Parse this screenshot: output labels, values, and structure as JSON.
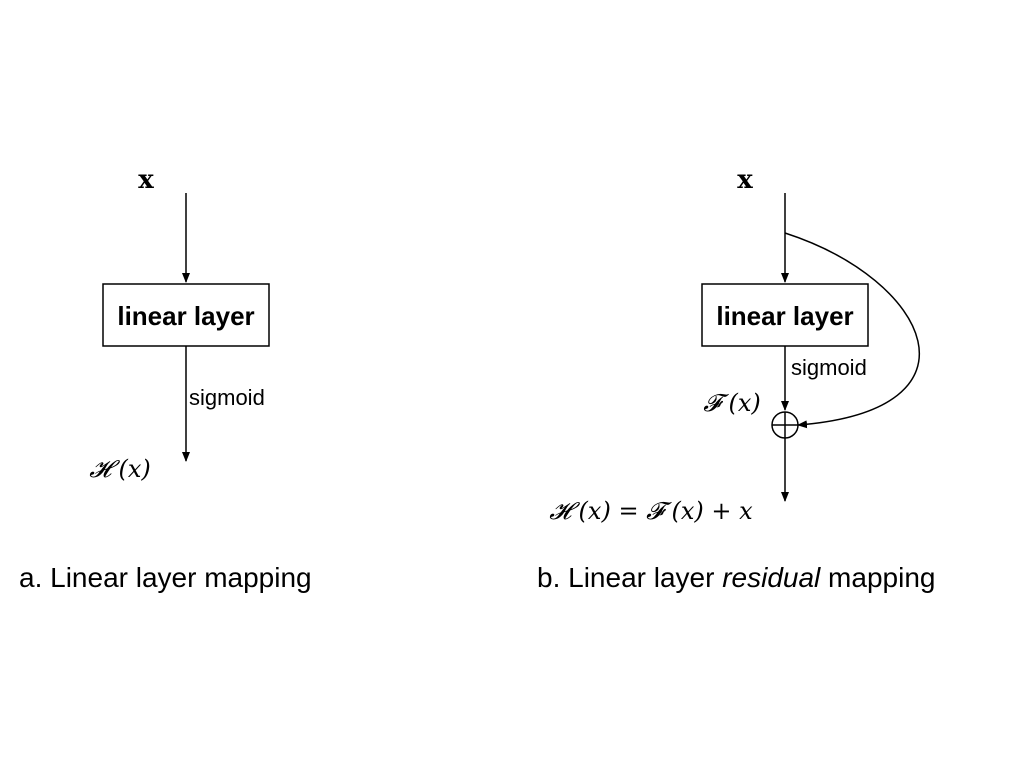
{
  "panel_a": {
    "input_label": "x",
    "box_label": "linear layer",
    "activation_label": "sigmoid",
    "output_label": "𝓗 (x)",
    "caption": "a. Linear layer mapping"
  },
  "panel_b": {
    "input_label": "x",
    "box_label": "linear layer",
    "activation_label": "sigmoid",
    "residual_label": "𝓕 (x)",
    "output_label": "𝓗 (x) = 𝓕 (x) + x",
    "caption_prefix": "b. Linear layer ",
    "caption_emphasis": "residual",
    "caption_suffix": " mapping"
  },
  "colors": {
    "stroke": "#000000",
    "background": "#ffffff"
  }
}
